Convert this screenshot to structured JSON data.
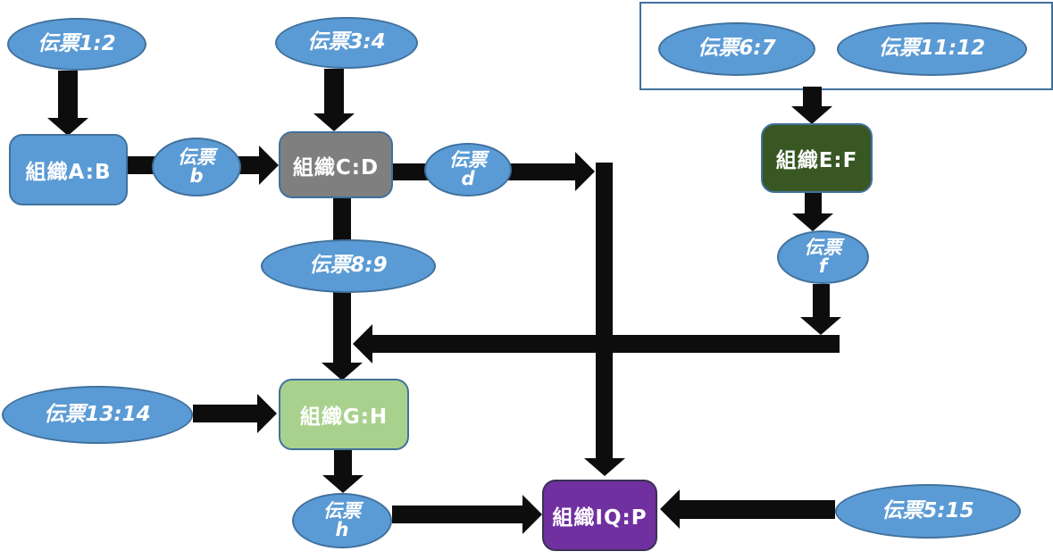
{
  "diagram": {
    "title_hint": "organization and slip flow diagram",
    "colors": {
      "ellipse_fill": "#5B9BD5",
      "ellipse_border": "#41719C",
      "rect_blue": "#5B9BD5",
      "rect_gray": "#7F7F7F",
      "rect_dark_green": "#385723",
      "rect_light_green": "#A9D18E",
      "rect_purple": "#7030A0",
      "purple_border": "#3A3153",
      "group_box_border": "#41719C",
      "arrow": "#0d0d0d",
      "node_text": "#ffffff"
    },
    "nodes": {
      "denpyo12": {
        "label": "伝票1:2",
        "shape": "ellipse"
      },
      "soshikiAB": {
        "label": "組織A:B",
        "shape": "rect"
      },
      "denpyoB": {
        "label": "伝票\nb",
        "shape": "ellipse"
      },
      "denpyo34": {
        "label": "伝票3:4",
        "shape": "ellipse"
      },
      "soshikiCD": {
        "label": "組織C:D",
        "shape": "rect"
      },
      "denpyoD": {
        "label": "伝票\nd",
        "shape": "ellipse"
      },
      "denpyo89": {
        "label": "伝票8:9",
        "shape": "ellipse"
      },
      "denpyo67": {
        "label": "伝票6:7",
        "shape": "ellipse"
      },
      "denpyo1112": {
        "label": "伝票11:12",
        "shape": "ellipse"
      },
      "soshikiEF": {
        "label": "組織E:F",
        "shape": "rect"
      },
      "denpyoF": {
        "label": "伝票\nf",
        "shape": "ellipse"
      },
      "denpyo1314": {
        "label": "伝票13:14",
        "shape": "ellipse"
      },
      "soshikiGH": {
        "label": "組織G:H",
        "shape": "rect"
      },
      "denpyoH": {
        "label": "伝票\nh",
        "shape": "ellipse"
      },
      "soshikiIQP": {
        "label": "組織IQ:P",
        "shape": "rect"
      },
      "denpyo515": {
        "label": "伝票5:15",
        "shape": "ellipse"
      }
    },
    "edges": [
      {
        "from": "伝票1:2",
        "to": "組織A:B"
      },
      {
        "from": "組織A:B",
        "to": "組織C:D",
        "via": "伝票b"
      },
      {
        "from": "伝票3:4",
        "to": "組織C:D"
      },
      {
        "from": "組織C:D",
        "to": "組織IQ:P",
        "via": "伝票d"
      },
      {
        "from": "組織C:D",
        "to": "組織G:H",
        "via": "伝票8:9"
      },
      {
        "from": "伝票6:7 / 伝票11:12",
        "to": "組織E:F"
      },
      {
        "from": "組織E:F",
        "to": "組織G:H",
        "via": "伝票f"
      },
      {
        "from": "伝票13:14",
        "to": "組織G:H"
      },
      {
        "from": "組織G:H",
        "to": "組織IQ:P",
        "via": "伝票h"
      },
      {
        "from": "伝票5:15",
        "to": "組織IQ:P"
      }
    ]
  }
}
